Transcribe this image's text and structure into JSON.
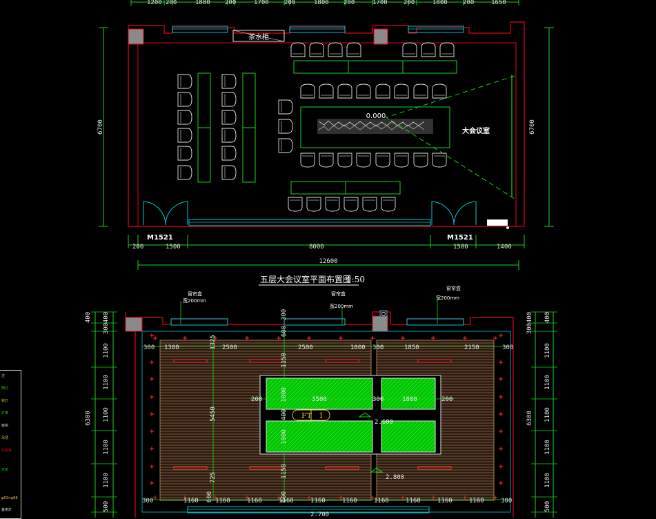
{
  "colors": {
    "wall": "#e8001c",
    "dimension": "#16d916",
    "window": "#00c8d4",
    "furniture": "#e6e6e6",
    "light": "#ff3030",
    "table_fill": "#00c800",
    "wood_line": "#c89a6a",
    "text": "#ffffff"
  },
  "top_plan": {
    "top_dims": [
      "1200",
      "200",
      "1800",
      "200",
      "1700",
      "200",
      "1800",
      "200",
      "1700",
      "200",
      "1800",
      "200",
      "1650"
    ],
    "left_dim": "6700",
    "right_dim": "6700",
    "tea_cabinet": "茶水柜",
    "level_mark": "0.000",
    "room_name": "大会议室",
    "door_left": "M1521",
    "door_right": "M1521",
    "bottom_dims": [
      "200",
      "1500",
      "8000",
      "1500",
      "1400"
    ],
    "total_dim": "12600",
    "title": "五层大会议室平面布置图",
    "scale": "1:50"
  },
  "ceiling_plan": {
    "box_labels": [
      "窗帘盒",
      "窗帘盒",
      "窗帘盒"
    ],
    "box_sizes": [
      "宽200mm",
      "宽200mm",
      "宽200mm"
    ],
    "top_small": [
      "400",
      "400",
      "300",
      "300",
      "600",
      "400",
      "400",
      "300"
    ],
    "row_dims": [
      "300",
      "1300",
      "2500",
      "2500",
      "1000",
      "300",
      "1850",
      "2150",
      "300"
    ],
    "center_dims": [
      "1325",
      "1150",
      "1000",
      "400",
      "1000",
      "1150"
    ],
    "left_total": "5450",
    "table_dims": [
      "200",
      "3500",
      "300",
      "1800",
      "200"
    ],
    "tag_code": "FT",
    "tag_num": "1",
    "level_1": "2.600",
    "level_2": "2.800",
    "side_dims": [
      "1100",
      "1100",
      "1100",
      "1100",
      "1100",
      "500"
    ],
    "side_total": "6300",
    "bottom_dims": [
      "300",
      "1160",
      "1160",
      "1160",
      "1160",
      "1160",
      "1160",
      "1160",
      "1160",
      "1160",
      "1160",
      "300"
    ],
    "bottom_misc": [
      "725",
      "600",
      "2.700"
    ]
  },
  "legend": {
    "items": [
      "注",
      "筒灯",
      "射灯",
      "灯带",
      "窗帘",
      "吊顶",
      "石膏板",
      "天花",
      "φ83×φ88",
      "备用灯"
    ]
  }
}
